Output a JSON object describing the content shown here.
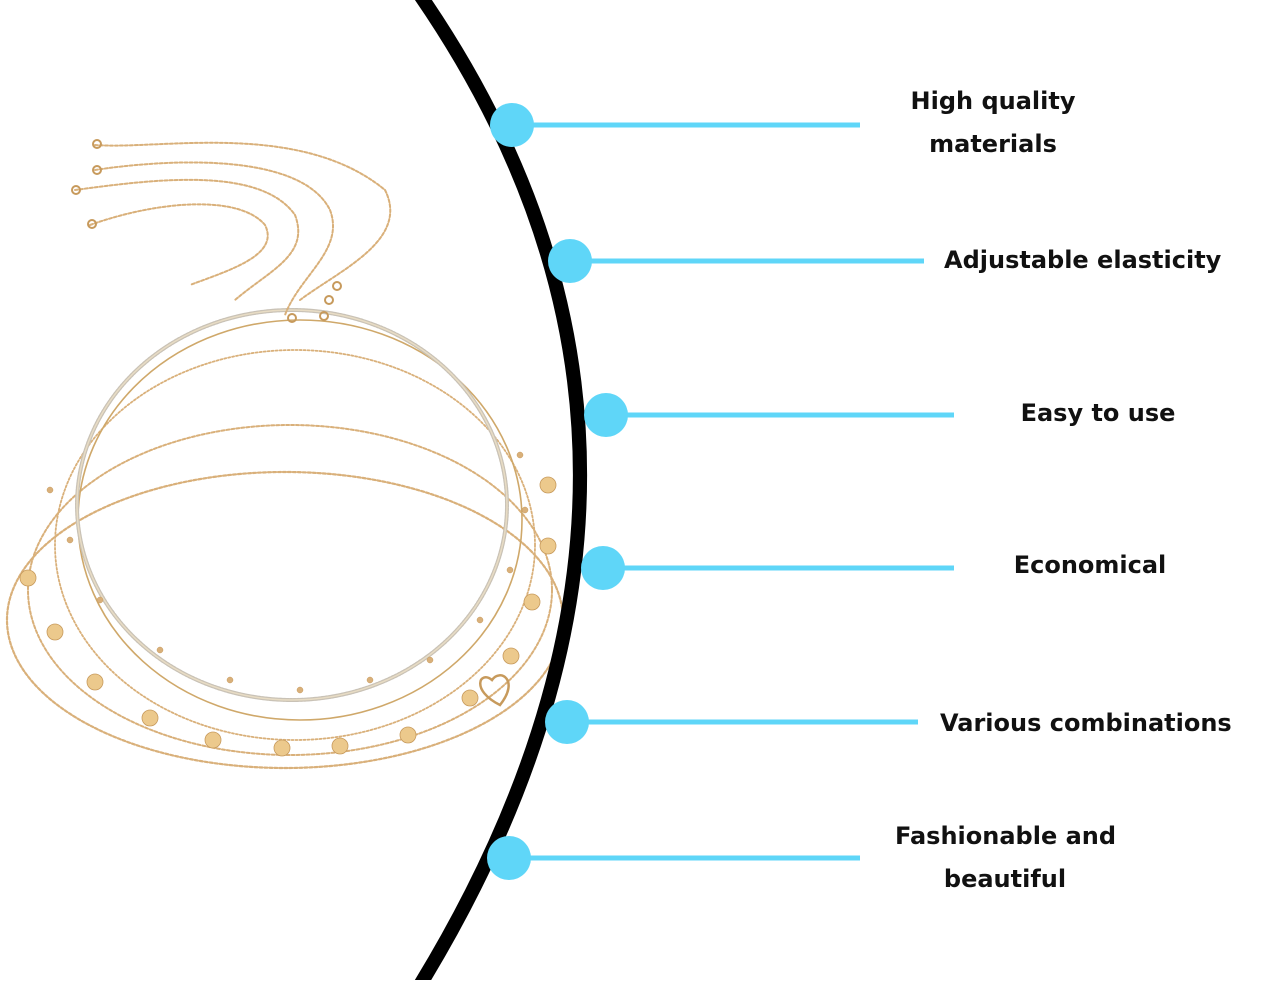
{
  "features": [
    {
      "lines": [
        "High quality",
        "materials"
      ]
    },
    {
      "lines": [
        "Adjustable elasticity"
      ]
    },
    {
      "lines": [
        "Easy to use"
      ]
    },
    {
      "lines": [
        "Economical"
      ]
    },
    {
      "lines": [
        "Various combinations"
      ]
    },
    {
      "lines": [
        "Fashionable and",
        "beautiful"
      ]
    }
  ],
  "colors": {
    "arc": "#000000",
    "dot": "#5fd6f8",
    "connector": "#5fd6f8",
    "chain": "#d9b07a",
    "sequin": "#ecc98c",
    "text": "#111111"
  },
  "product_image": {
    "depicts": "layered gold body chain necklace"
  }
}
